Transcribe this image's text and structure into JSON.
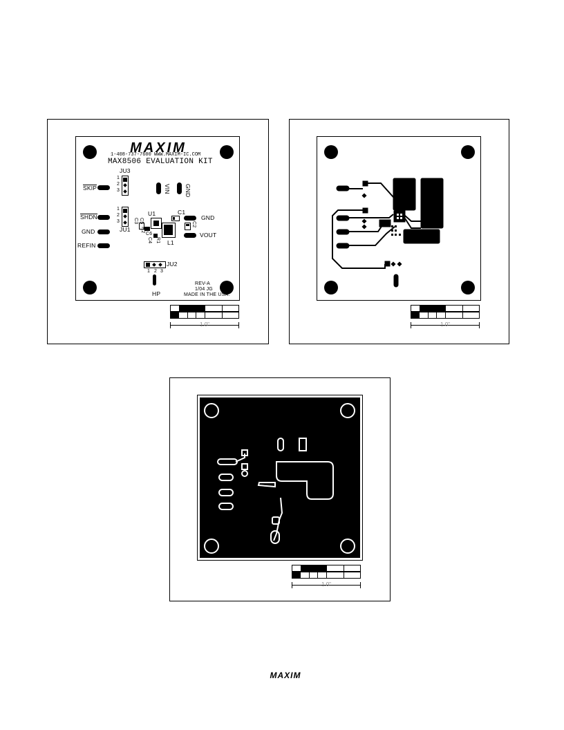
{
  "silkscreen": {
    "logo": "MAXIM",
    "phone_url": "1-408-737-7600  WWW.MAXIM-IC.COM",
    "title": "MAX8506 EVALUATION KIT",
    "labels": {
      "skip": "SKIP",
      "shdn": "SHDN",
      "gnd_left": "GND",
      "refin": "REFIN",
      "vin": "VIN",
      "gnd_top": "GND",
      "gnd_right": "GND",
      "vout": "VOUT",
      "hp": "HP",
      "ju1": "JU1",
      "ju2": "JU2",
      "ju3": "JU3",
      "u1": "U1",
      "c1": "C1",
      "c2": "C2",
      "c3": "C3",
      "c4": "C4",
      "c5": "C5",
      "c6": "C6",
      "r1": "R1",
      "r2": "R2",
      "l1": "L1",
      "pin1": "1",
      "pin2": "2",
      "pin3": "3"
    },
    "rev": "REV-A",
    "date": "1/04 JG",
    "made": "MADE IN THE USA."
  },
  "scale_label": "1.0\"",
  "footer_logo": "MAXIM",
  "colors": {
    "ink": "#000000",
    "paper": "#ffffff",
    "scale_text": "#888888"
  }
}
